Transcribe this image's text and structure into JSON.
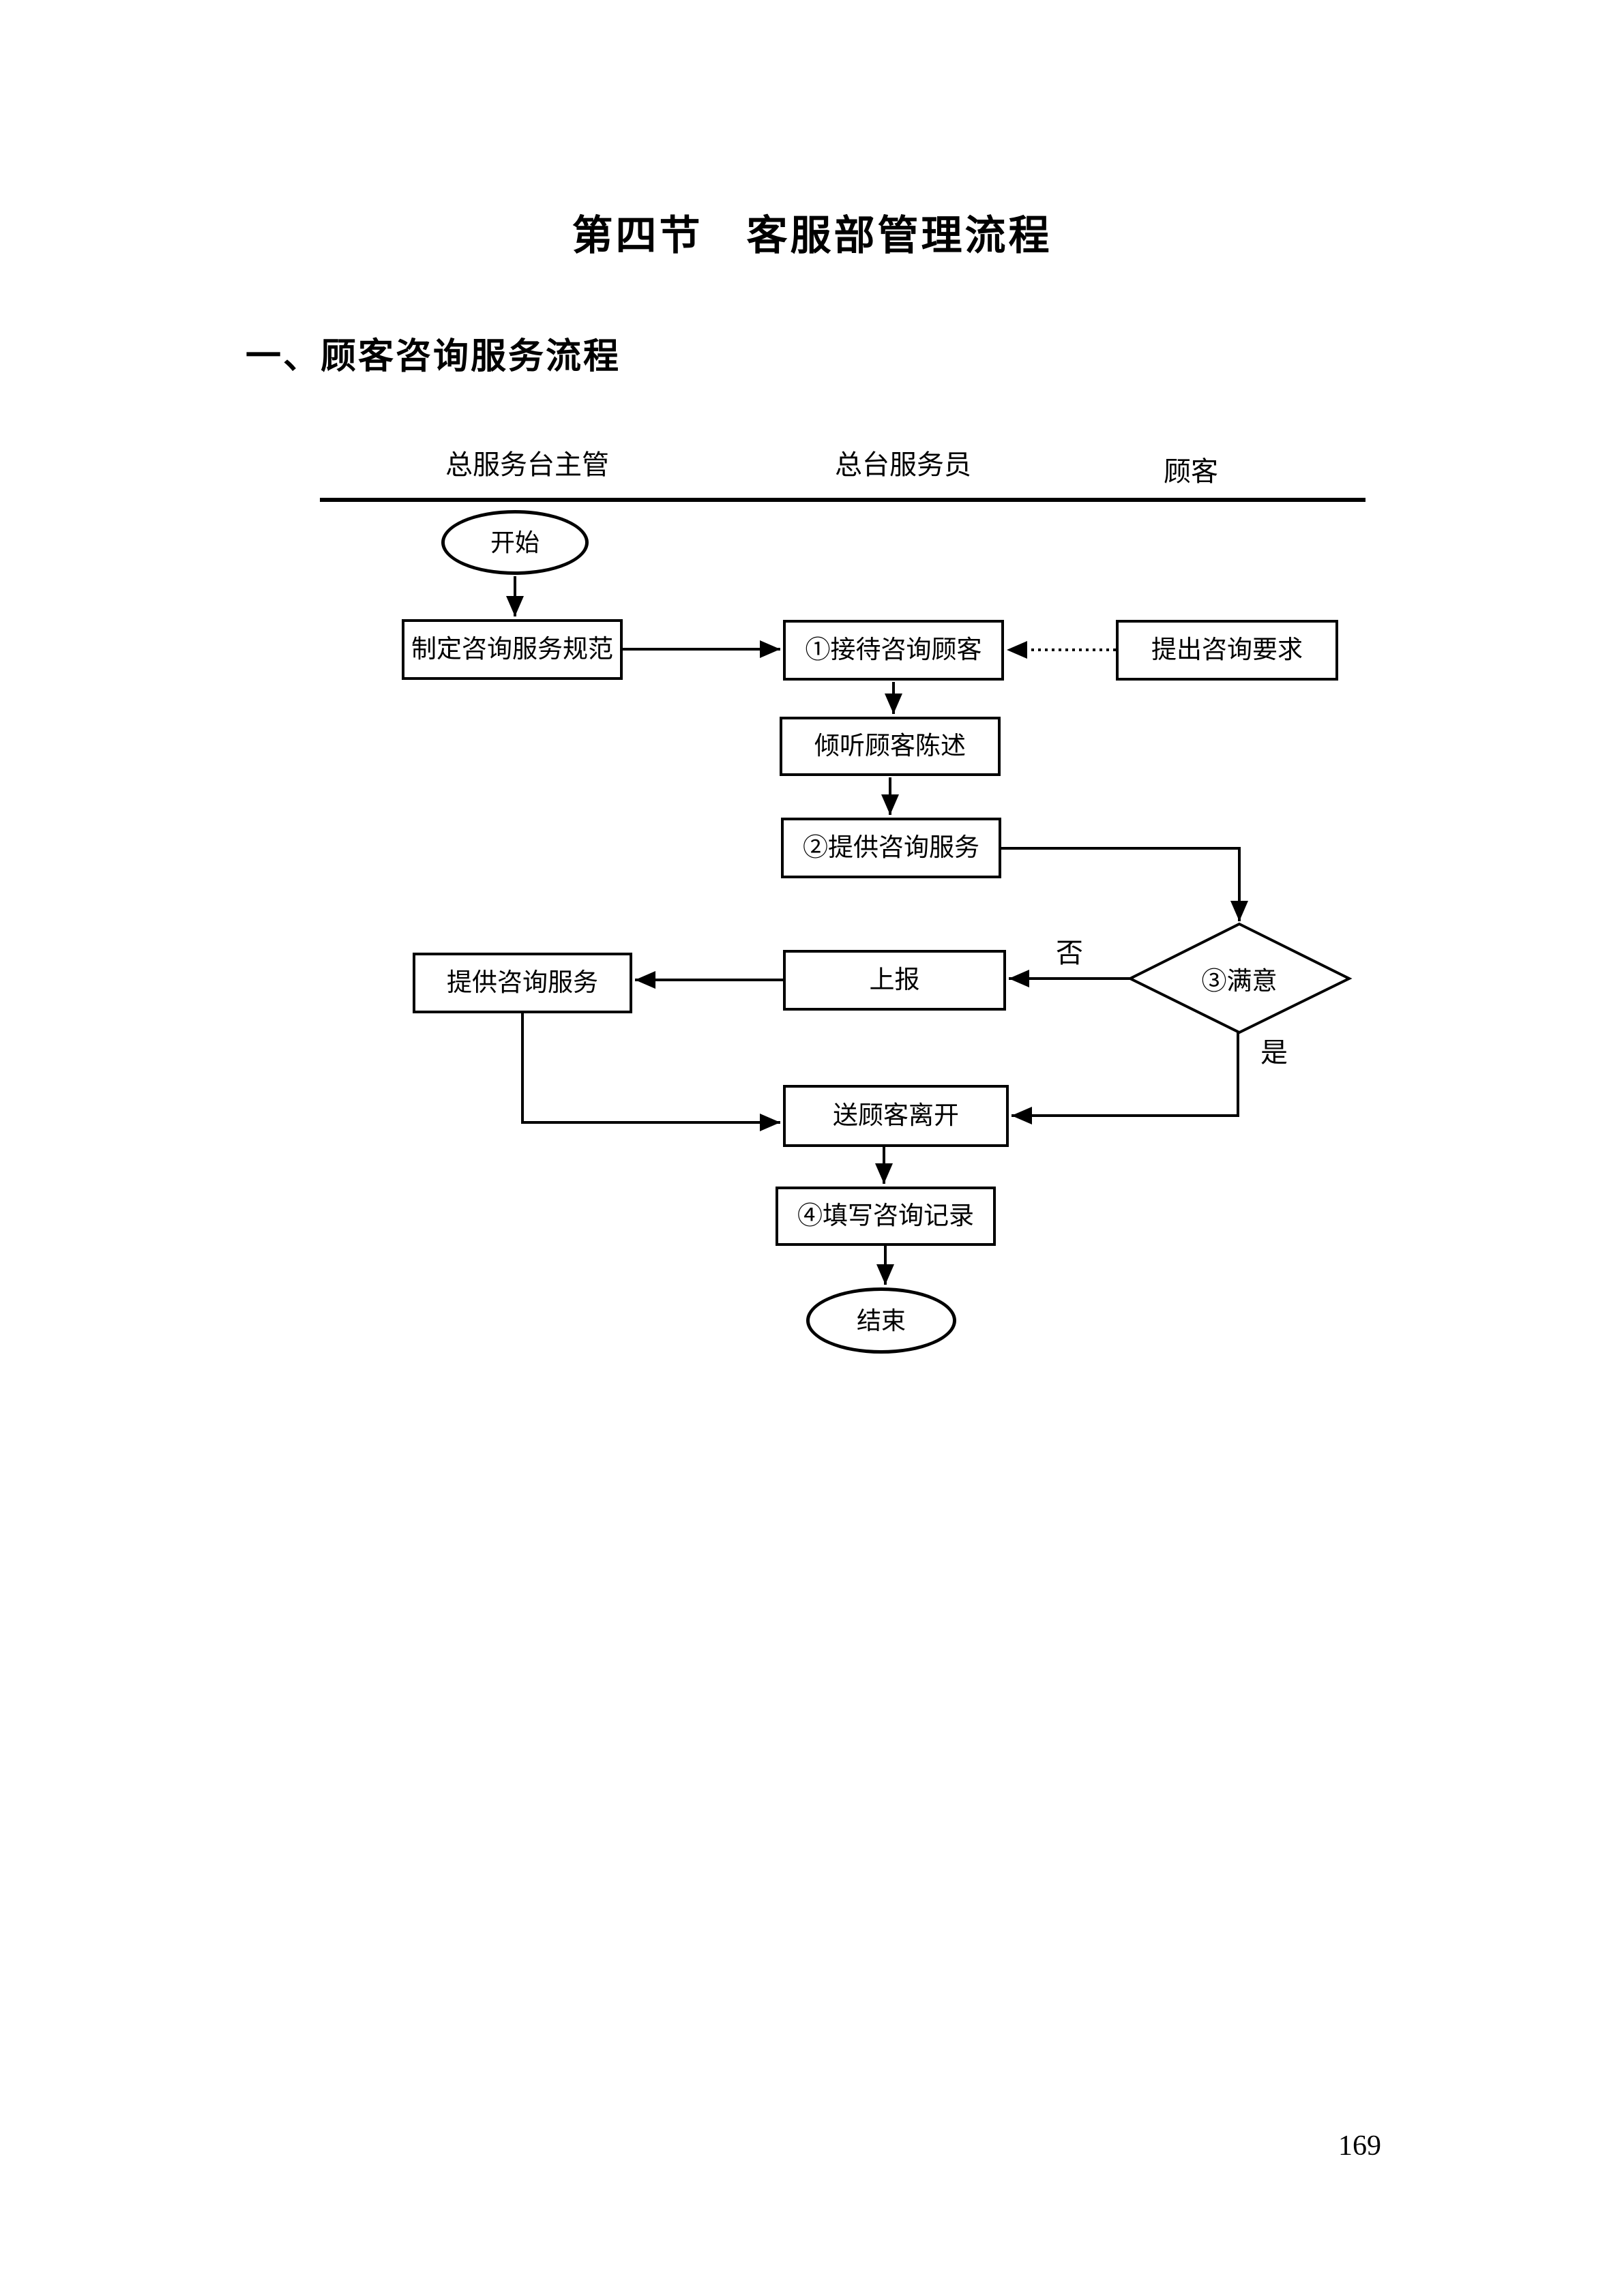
{
  "page": {
    "title": "第四节　客服部管理流程",
    "section_heading": "一、顾客咨询服务流程",
    "page_number": "169"
  },
  "flowchart": {
    "lanes": [
      {
        "label": "总服务台主管"
      },
      {
        "label": "总台服务员"
      },
      {
        "label": "顾客"
      }
    ],
    "nodes": {
      "start": "开始",
      "define_standard": "制定咨询服务规范",
      "receive_customer": "①接待咨询顾客",
      "propose_request": "提出咨询要求",
      "listen_statement": "倾听顾客陈述",
      "provide_service": "②提供咨询服务",
      "decision_satisfied": "③满意",
      "report": "上报",
      "provide_service_supervisor": "提供咨询服务",
      "see_customer_off": "送顾客离开",
      "fill_record": "④填写咨询记录",
      "end": "结束"
    },
    "edge_labels": {
      "no": "否",
      "yes": "是"
    }
  }
}
